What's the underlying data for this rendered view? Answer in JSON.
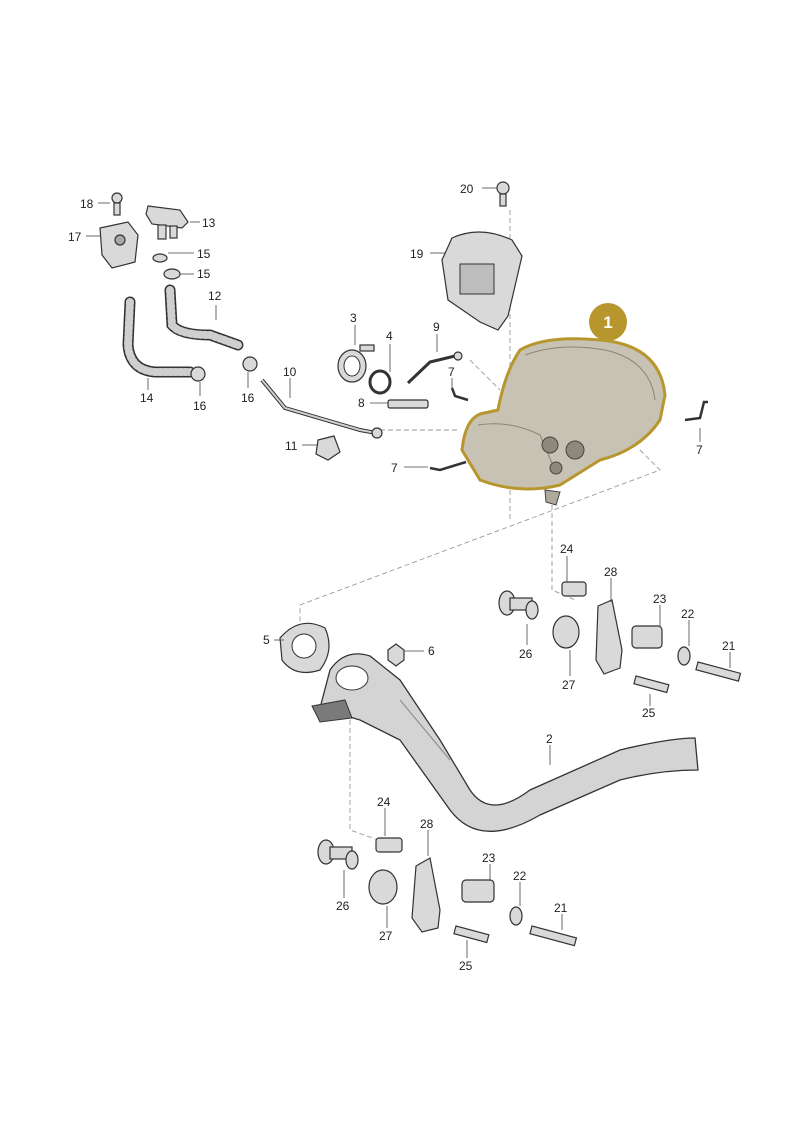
{
  "highlight": {
    "label": "1",
    "color": "#b8962e"
  },
  "callouts": [
    {
      "id": "18",
      "label": "18"
    },
    {
      "id": "13",
      "label": "13"
    },
    {
      "id": "17",
      "label": "17"
    },
    {
      "id": "15a",
      "label": "15"
    },
    {
      "id": "15b",
      "label": "15"
    },
    {
      "id": "12",
      "label": "12"
    },
    {
      "id": "14",
      "label": "14"
    },
    {
      "id": "16a",
      "label": "16"
    },
    {
      "id": "16b",
      "label": "16"
    },
    {
      "id": "10",
      "label": "10"
    },
    {
      "id": "11",
      "label": "11"
    },
    {
      "id": "3",
      "label": "3"
    },
    {
      "id": "4",
      "label": "4"
    },
    {
      "id": "9",
      "label": "9"
    },
    {
      "id": "8",
      "label": "8"
    },
    {
      "id": "7a",
      "label": "7"
    },
    {
      "id": "7b",
      "label": "7"
    },
    {
      "id": "7c",
      "label": "7"
    },
    {
      "id": "20",
      "label": "20"
    },
    {
      "id": "19",
      "label": "19"
    },
    {
      "id": "5",
      "label": "5"
    },
    {
      "id": "6",
      "label": "6"
    },
    {
      "id": "2",
      "label": "2"
    },
    {
      "id": "24a",
      "label": "24"
    },
    {
      "id": "28a",
      "label": "28"
    },
    {
      "id": "23a",
      "label": "23"
    },
    {
      "id": "22a",
      "label": "22"
    },
    {
      "id": "21a",
      "label": "21"
    },
    {
      "id": "26a",
      "label": "26"
    },
    {
      "id": "27a",
      "label": "27"
    },
    {
      "id": "25a",
      "label": "25"
    },
    {
      "id": "24b",
      "label": "24"
    },
    {
      "id": "28b",
      "label": "28"
    },
    {
      "id": "23b",
      "label": "23"
    },
    {
      "id": "22b",
      "label": "22"
    },
    {
      "id": "21b",
      "label": "21"
    },
    {
      "id": "26b",
      "label": "26"
    },
    {
      "id": "27b",
      "label": "27"
    },
    {
      "id": "25b",
      "label": "25"
    }
  ]
}
